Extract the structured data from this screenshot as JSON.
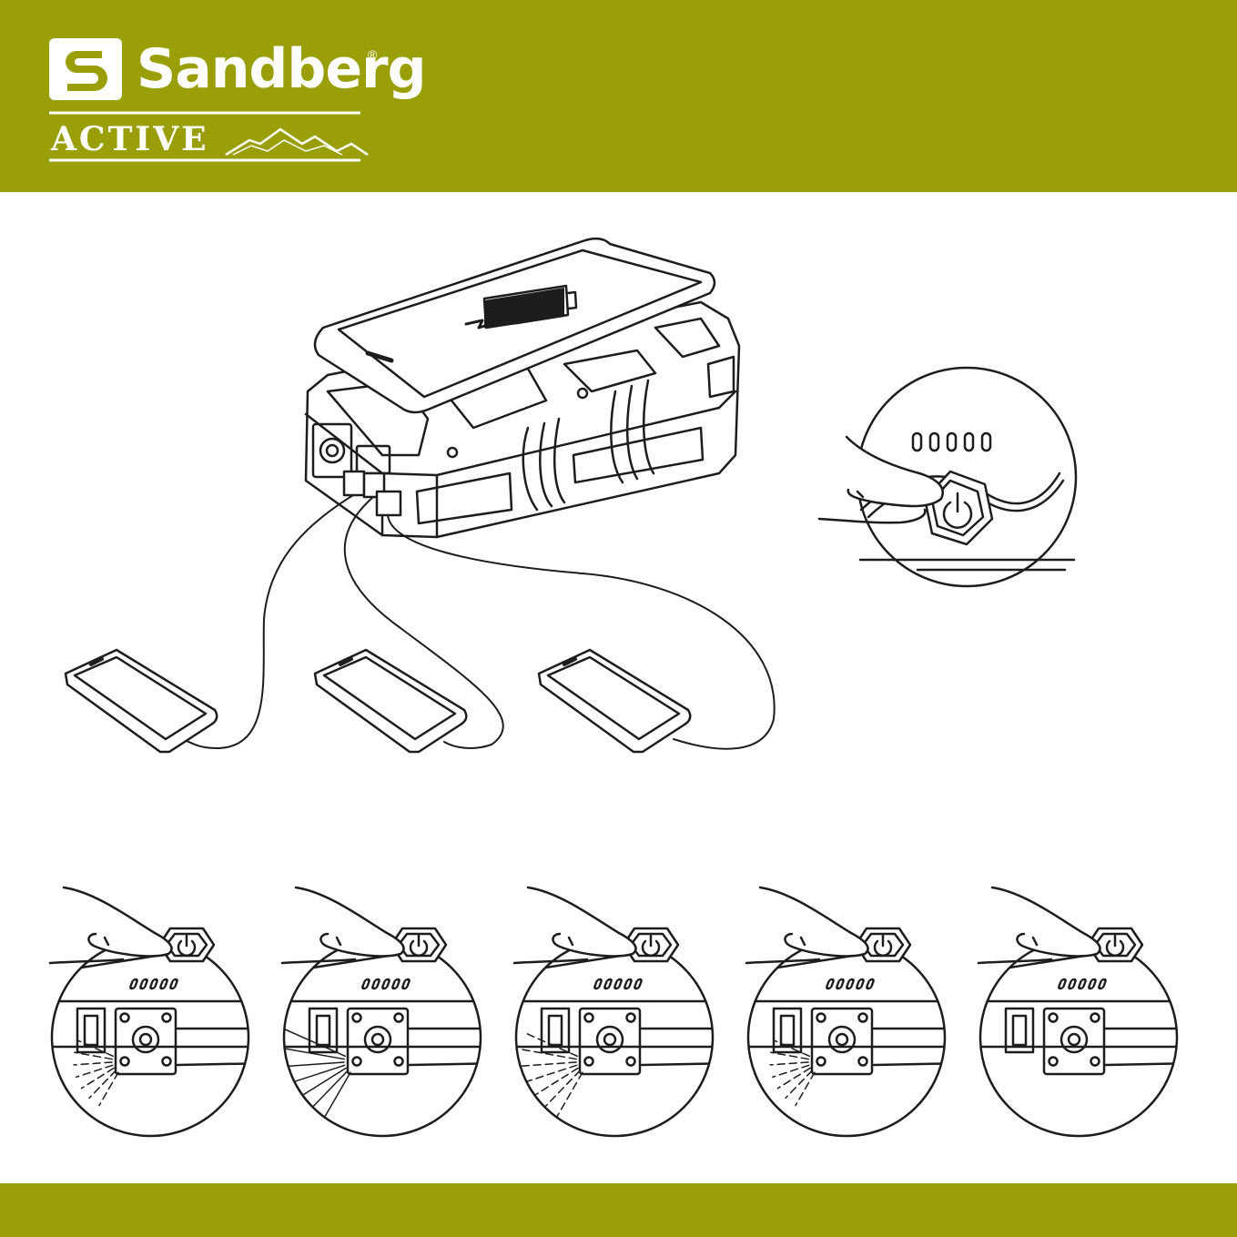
{
  "brand": {
    "name": "Sandberg",
    "registered_mark": "®",
    "sub_name": "ACTIVE"
  },
  "colors": {
    "band": "#9b9f07",
    "line": "#1d1d1b",
    "fill": "#ffffff",
    "screen_dark": "#1d1d1b"
  },
  "icons": {
    "logo": "s-square-logo-icon",
    "mountains": "mountains-icon",
    "battery": "battery-charging-icon",
    "power": "power-button-icon"
  },
  "indicator": {
    "led_count": 5
  },
  "steps": [
    {
      "id": 1,
      "flashlight_rays": "short"
    },
    {
      "id": 2,
      "flashlight_rays": "full"
    },
    {
      "id": 3,
      "flashlight_rays": "medium"
    },
    {
      "id": 4,
      "flashlight_rays": "short"
    },
    {
      "id": 5,
      "flashlight_rays": "none"
    }
  ]
}
